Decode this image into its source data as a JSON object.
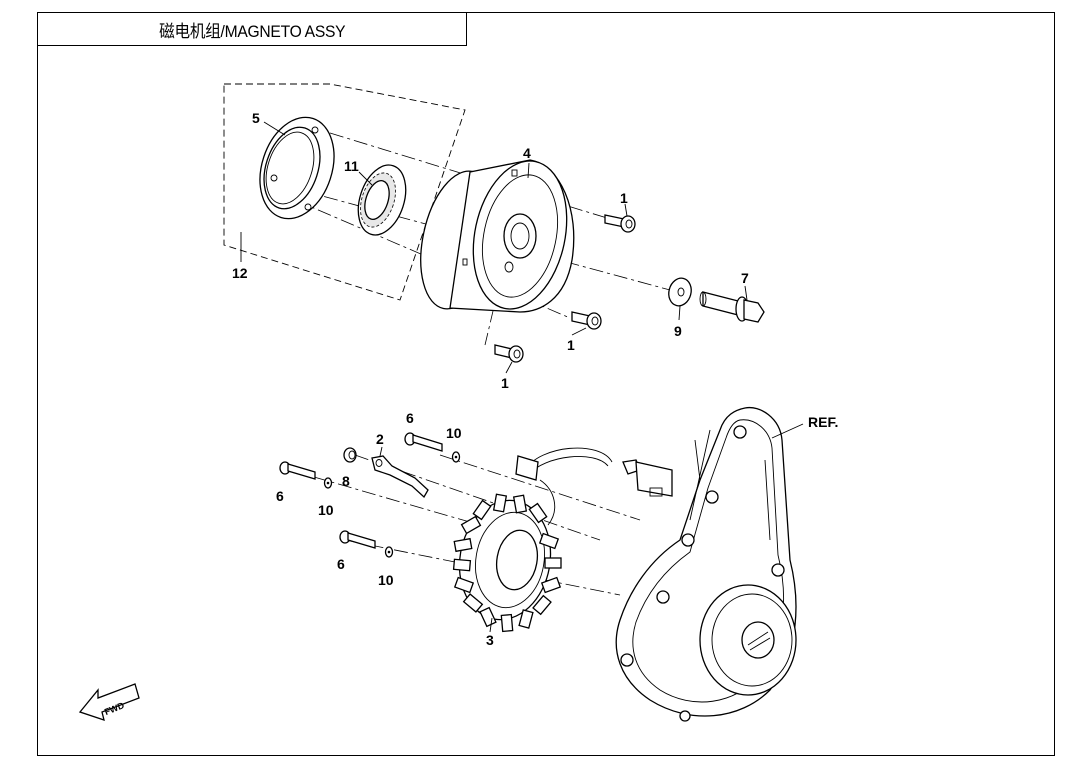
{
  "title": "磁电机组/MAGNETO ASSY",
  "callouts": {
    "c1a": "1",
    "c1b": "1",
    "c1c": "1",
    "c2": "2",
    "c3": "3",
    "c4": "4",
    "c5": "5",
    "c6a": "6",
    "c6b": "6",
    "c6c": "6",
    "c7": "7",
    "c8": "8",
    "c9": "9",
    "c10a": "10",
    "c10b": "10",
    "c10c": "10",
    "c11": "11",
    "c12": "12",
    "ref": "REF."
  },
  "fwd_label": "FWD"
}
